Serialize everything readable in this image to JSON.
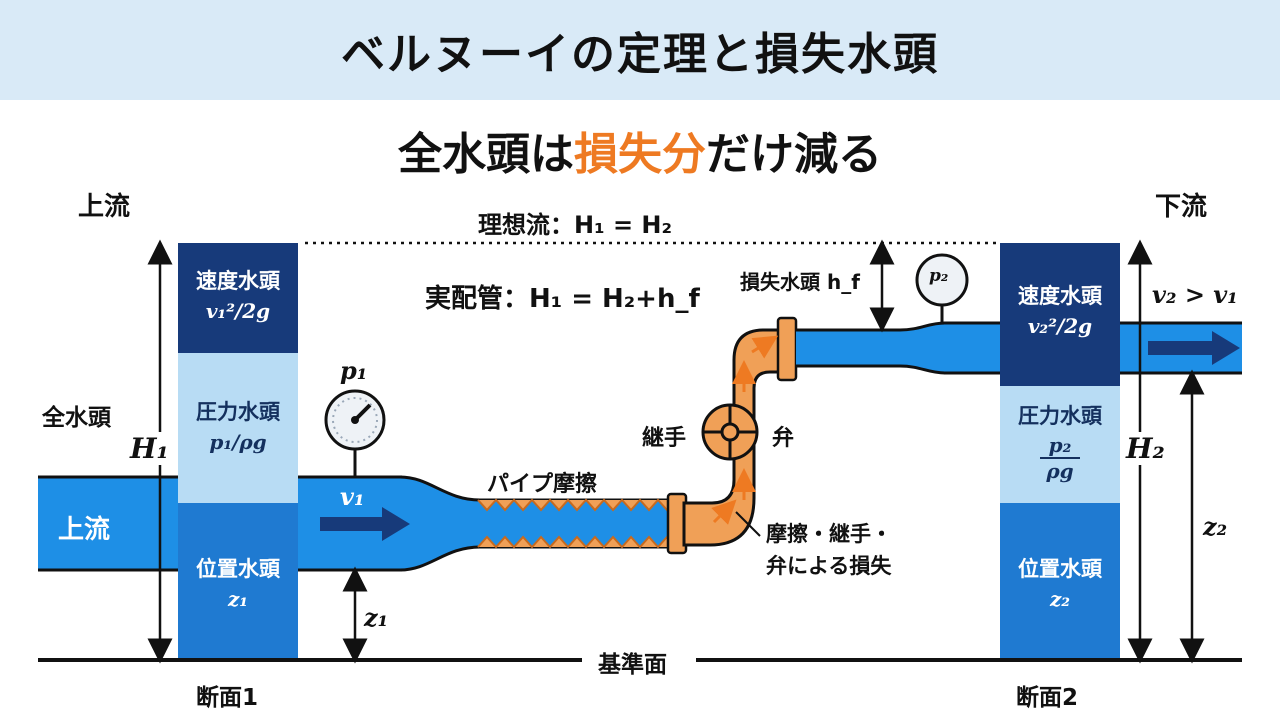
{
  "title": "ベルヌーイの定理と損失水頭",
  "subtitle": {
    "pre": "全水頭は",
    "highlight": "損失分",
    "post": "だけ減る"
  },
  "labels": {
    "upstream_top": "上流",
    "downstream_top": "下流",
    "upstream_pipe": "上流",
    "total_head": "全水頭",
    "H1": "H₁",
    "H2": "H₂",
    "ideal": "理想流：H₁ = H₂",
    "actual": "実配管：H₁ = H₂+h_f",
    "loss_head": "損失水頭 h_f",
    "p1": "p₁",
    "p2": "p₂",
    "v1": "v₁",
    "v_compare": "v₂ > v₁",
    "pipe_friction": "パイプ摩擦",
    "joint": "継手",
    "valve": "弁",
    "loss_note_1": "摩擦・継手・",
    "loss_note_2": "弁による損失",
    "z1_side": "z₁",
    "z2_side": "z₂",
    "datum": "基準面",
    "section1": "断面1",
    "section2": "断面2"
  },
  "section1": {
    "velocity": {
      "name": "速度水頭",
      "formula": "v₁²/2g"
    },
    "pressure": {
      "name": "圧力水頭",
      "formula": "p₁/ρg"
    },
    "position": {
      "name": "位置水頭",
      "formula": "z₁"
    }
  },
  "section2": {
    "velocity": {
      "name": "速度水頭",
      "formula": "v₂²/2g"
    },
    "pressure": {
      "name": "圧力水頭",
      "formula_num": "p₂",
      "formula_den": "ρg"
    },
    "position": {
      "name": "位置水頭",
      "formula": "z₂"
    }
  },
  "colors": {
    "banner": "#d9eaf7",
    "pipe_blue": "#1e8fe6",
    "velocity_head": "#173a7a",
    "pressure_head": "#b8dcf4",
    "position_head": "#1f7ad1",
    "loss_orange": "#f0a057",
    "accent": "#ee7a22"
  }
}
